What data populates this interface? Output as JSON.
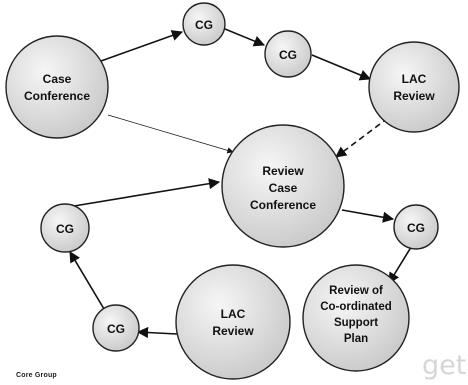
{
  "nodes": {
    "case_conference": [
      "Case",
      "Conference"
    ],
    "cg_top_1": [
      "CG"
    ],
    "cg_top_2": [
      "CG"
    ],
    "lac_review_top": [
      "LAC",
      "Review"
    ],
    "review_case_conference": [
      "Review",
      "Case",
      "Conference"
    ],
    "cg_left": [
      "CG"
    ],
    "cg_right": [
      "CG"
    ],
    "review_support_plan": [
      "Review of",
      "Co-ordinated",
      "Support",
      "Plan"
    ],
    "lac_review_bottom": [
      "LAC",
      "Review"
    ],
    "cg_bottom": [
      "CG"
    ]
  },
  "footnote": "Core Group",
  "watermark": "get",
  "colors": {
    "node_fill_light": "#f4f4f4",
    "node_fill_dark": "#c9c9c9",
    "line": "#111111"
  }
}
